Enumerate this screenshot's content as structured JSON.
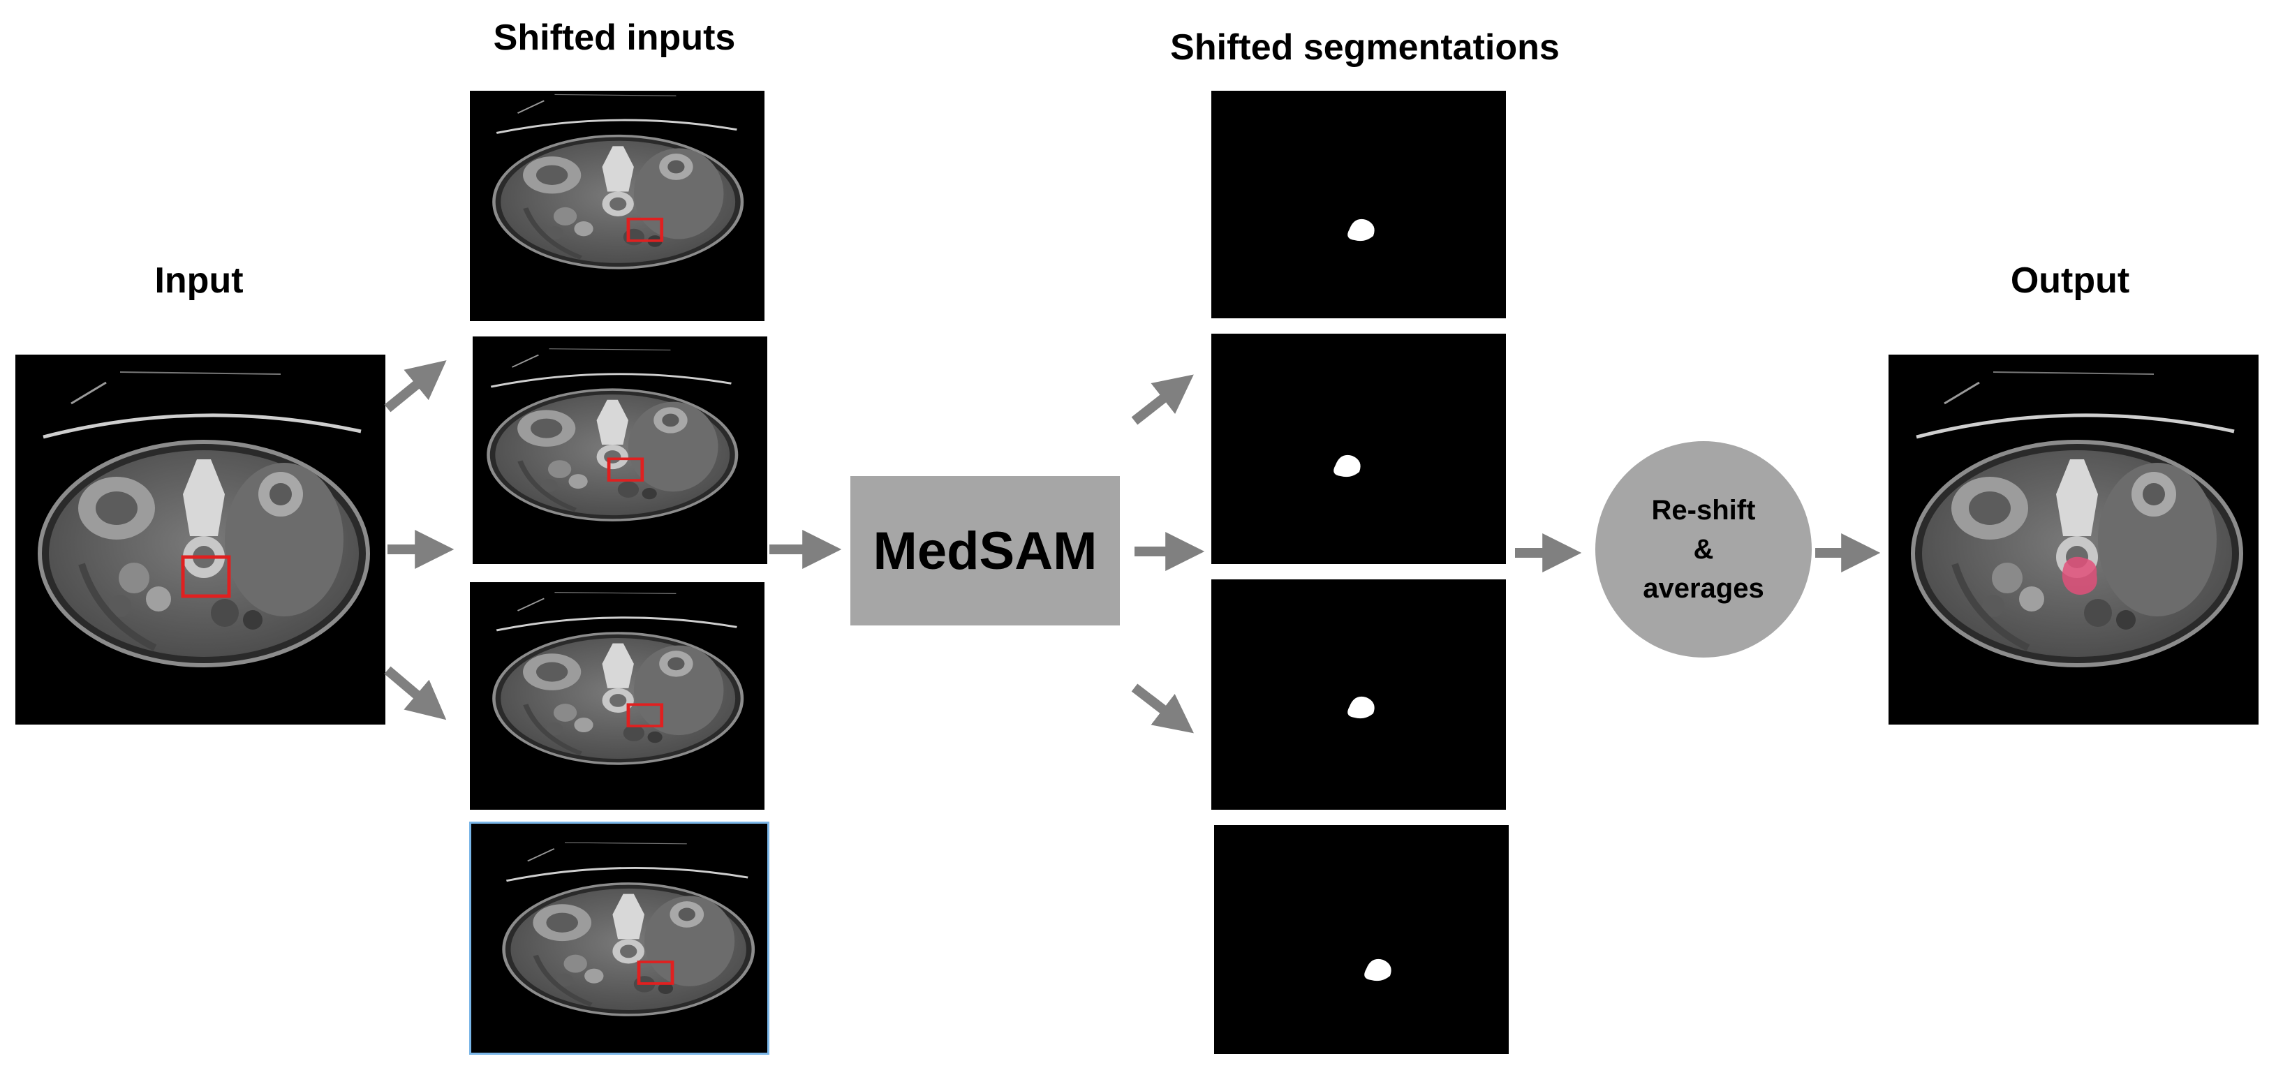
{
  "labels": {
    "input": "Input",
    "shifted_inputs": "Shifted inputs",
    "shifted_segmentations": "Shifted segmentations",
    "output": "Output"
  },
  "model": {
    "name": "MedSAM"
  },
  "aggregator": {
    "line1": "Re-shift",
    "line2": "&",
    "line3": "averages"
  },
  "colors": {
    "arrow": "#808080",
    "box": "#a6a6a6",
    "bbox_prompt": "#e02020",
    "mask_overlay": "#e0507a",
    "panel_bg": "#000000"
  },
  "icons": [
    "ct-slice-image",
    "segmentation-mask-image",
    "arrow-right-icon",
    "arrow-up-right-icon",
    "arrow-down-right-icon"
  ]
}
